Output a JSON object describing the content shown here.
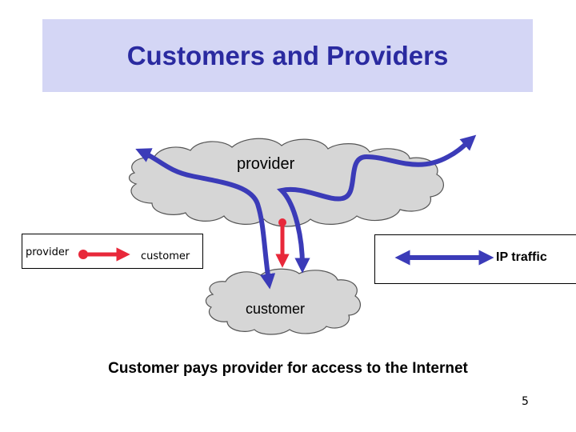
{
  "slide": {
    "title": "Customers and Providers",
    "caption": "Customer pays provider for access to the Internet",
    "page_number": "5"
  },
  "diagram": {
    "top_cloud_label": "provider",
    "bottom_cloud_label": "customer"
  },
  "legend": {
    "relationship": {
      "from_label": "provider",
      "to_label": "customer"
    },
    "traffic": {
      "label": "IP traffic"
    }
  },
  "colors": {
    "title_bg": "#d4d6f5",
    "title_text": "#2a2aa0",
    "cloud_fill": "#d6d6d6",
    "traffic_blue": "#3b3bb8",
    "relationship_red": "#e8283a"
  }
}
